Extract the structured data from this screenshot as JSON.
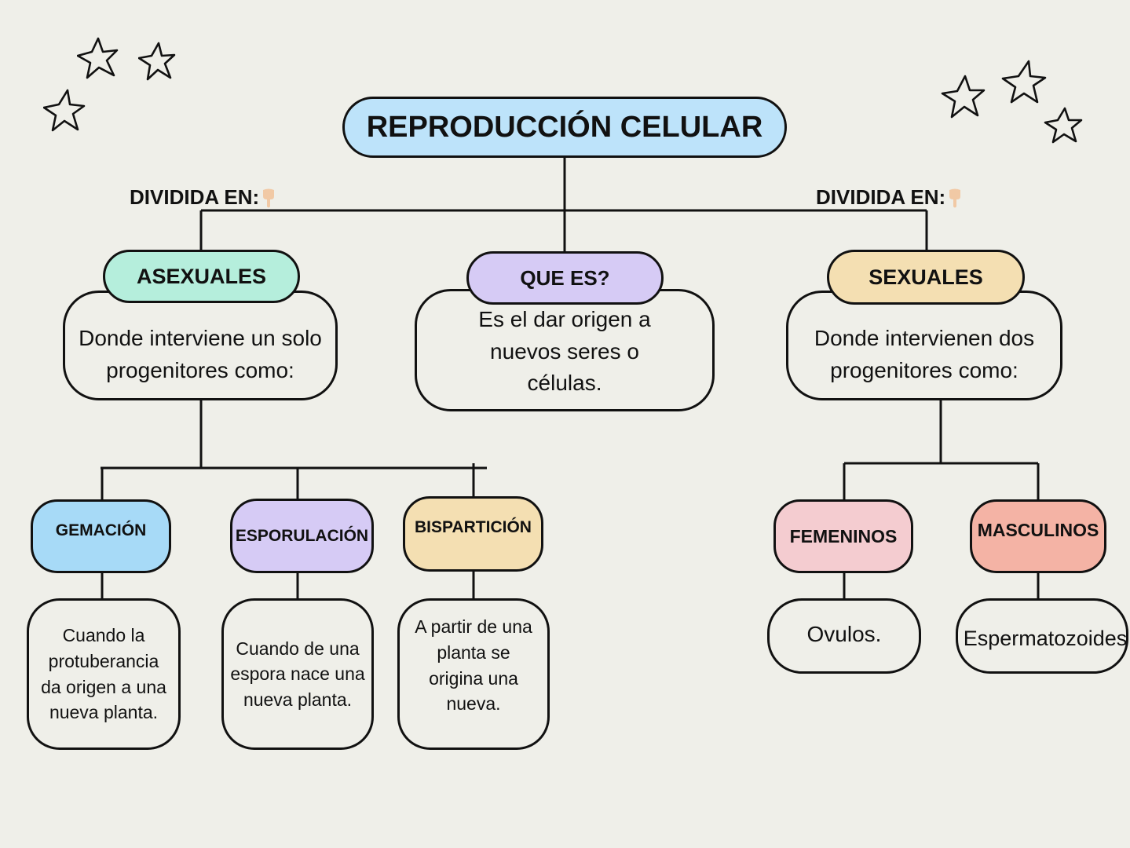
{
  "colors": {
    "background": "#EFEFE9",
    "stroke": "#111111",
    "title_fill": "#BDE3FA",
    "asexuales_fill": "#B5EEDC",
    "que_es_fill": "#D6CBF5",
    "sexuales_fill": "#F4DFB2",
    "gemacion_fill": "#A7DAF7",
    "esporulacion_fill": "#D6CBF5",
    "bisparticion_fill": "#F4DFB2",
    "femeninos_fill": "#F4CCD0",
    "masculinos_fill": "#F4B3A5",
    "hand_color": "#F1C9A5"
  },
  "title": "REPRODUCCIÓN CELULAR",
  "left_branch": {
    "divider_label": "DIVIDIDA EN:",
    "heading": "ASEXUALES",
    "description": "Donde interviene un solo progenitores como:",
    "types": [
      {
        "name": "GEMACIÓN",
        "description": "Cuando la protuberancia da origen a una nueva planta."
      },
      {
        "name": "ESPORULACIÓN",
        "description": "Cuando de una espora nace una nueva planta."
      },
      {
        "name": "BISPARTICIÓN",
        "description": "A partir de una planta se origina una nueva."
      }
    ]
  },
  "center_branch": {
    "heading": "QUE ES?",
    "description": "Es el dar origen a nuevos seres o células."
  },
  "right_branch": {
    "divider_label": "DIVIDIDA EN:",
    "heading": "SEXUALES",
    "description": "Donde intervienen dos progenitores como:",
    "types": [
      {
        "name": "FEMENINOS",
        "description": "Ovulos."
      },
      {
        "name": "MASCULINOS",
        "description": "Espermatozoides"
      }
    ]
  },
  "decorations": {
    "icons": [
      "star-icon",
      "pointing-down-hand-icon"
    ]
  }
}
